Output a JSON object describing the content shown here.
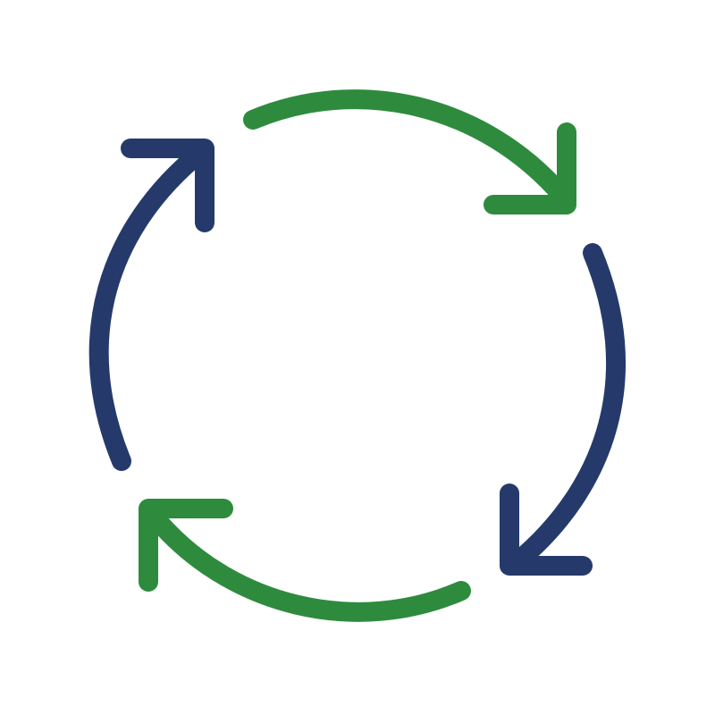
{
  "diagram": {
    "type": "cycle",
    "arrow_count": 4,
    "direction": "clockwise",
    "colors": {
      "navy": "#253a6b",
      "green": "#2e8b3e",
      "background": "#ffffff"
    },
    "arrows": [
      {
        "name": "top-right",
        "color_key": "green"
      },
      {
        "name": "right",
        "color_key": "navy"
      },
      {
        "name": "bottom-left",
        "color_key": "green"
      },
      {
        "name": "left",
        "color_key": "navy"
      }
    ]
  }
}
